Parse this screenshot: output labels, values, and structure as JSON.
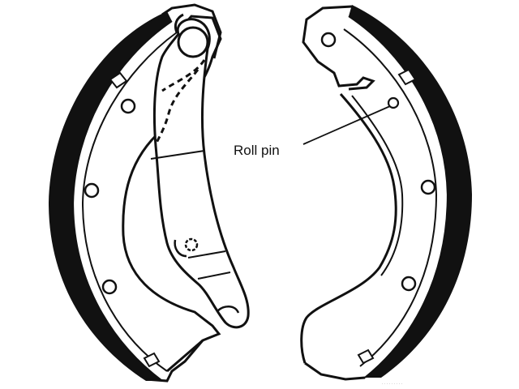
{
  "diagram": {
    "callout": {
      "label": "Roll pin"
    },
    "watermark": {
      "text": "·········"
    },
    "colors": {
      "ink": "#111111",
      "background": "#ffffff",
      "watermark": "#d6d6d6"
    },
    "parts": {
      "left_shoe": "brake-shoe-left",
      "right_shoe": "brake-shoe-right",
      "parking_lever": "parking-brake-lever",
      "roll_pin": "roll-pin"
    }
  }
}
